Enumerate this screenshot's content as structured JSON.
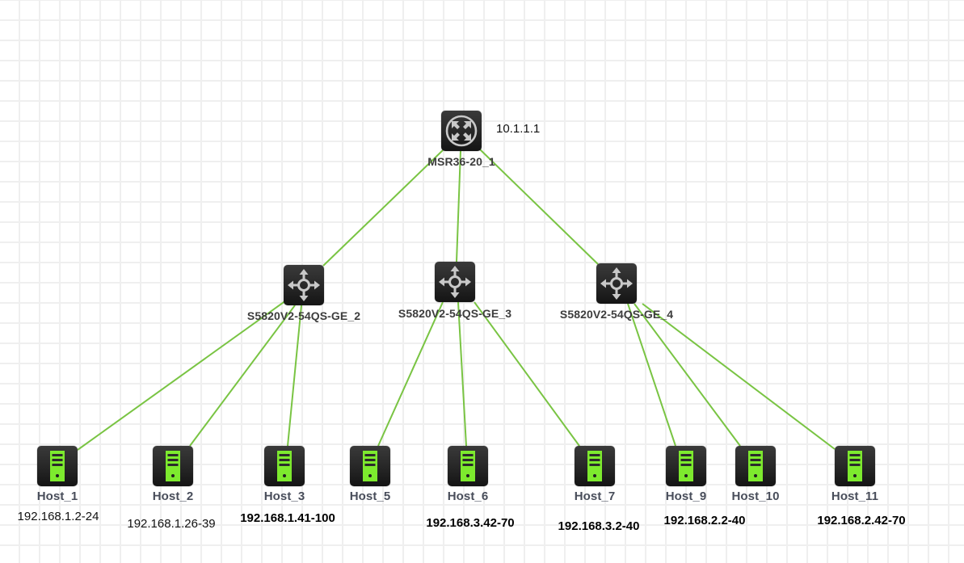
{
  "diagram": {
    "link_color": "#79c443",
    "router": {
      "id": "router",
      "name": "MSR36-20_1",
      "ip": "10.1.1.1",
      "icon": "router-icon"
    },
    "switches": [
      {
        "id": "sw2",
        "name": "S5820V2-54QS-GE_2",
        "icon": "switch-icon",
        "uplink": "router"
      },
      {
        "id": "sw3",
        "name": "S5820V2-54QS-GE_3",
        "icon": "switch-icon",
        "uplink": "router"
      },
      {
        "id": "sw4",
        "name": "S5820V2-54QS-GE_4",
        "icon": "switch-icon",
        "uplink": "router"
      }
    ],
    "hosts": [
      {
        "id": "h1",
        "name": "Host_1",
        "ip_range": "192.168.1.2-24",
        "uplink": "sw2",
        "ip_bold": false
      },
      {
        "id": "h2",
        "name": "Host_2",
        "ip_range": "192.168.1.26-39",
        "uplink": "sw2",
        "ip_bold": false
      },
      {
        "id": "h3",
        "name": "Host_3",
        "ip_range": "192.168.1.41-100",
        "uplink": "sw2",
        "ip_bold": true
      },
      {
        "id": "h5",
        "name": "Host_5",
        "ip_range": "",
        "uplink": "sw3",
        "ip_bold": false
      },
      {
        "id": "h6",
        "name": "Host_6",
        "ip_range": "192.168.3.42-70",
        "uplink": "sw3",
        "ip_bold": true
      },
      {
        "id": "h7",
        "name": "Host_7",
        "ip_range": "192.168.3.2-40",
        "uplink": "sw3",
        "ip_bold": true
      },
      {
        "id": "h9",
        "name": "Host_9",
        "ip_range": "192.168.2.2-40",
        "uplink": "sw4",
        "ip_bold": true
      },
      {
        "id": "h10",
        "name": "Host_10",
        "ip_range": "",
        "uplink": "sw4",
        "ip_bold": false
      },
      {
        "id": "h11",
        "name": "Host_11",
        "ip_range": "192.168.2.42-70",
        "uplink": "sw4",
        "ip_bold": true
      }
    ]
  }
}
